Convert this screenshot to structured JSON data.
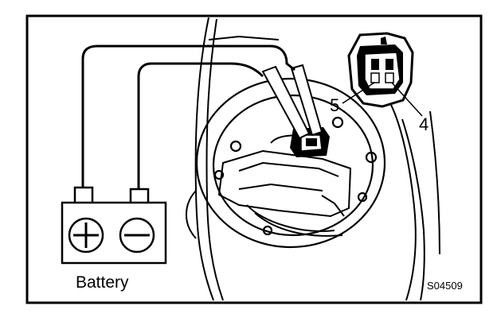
{
  "figure": {
    "battery_label": "Battery",
    "figure_code": "S04509",
    "callouts": {
      "terminal_5": "5",
      "terminal_4": "4"
    },
    "icons": [
      "plus-icon",
      "minus-icon"
    ],
    "colors": {
      "ink": "#000000",
      "paper": "#ffffff"
    }
  }
}
